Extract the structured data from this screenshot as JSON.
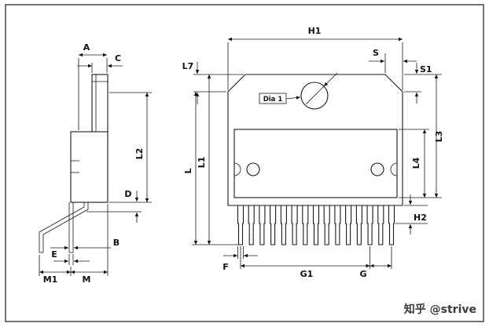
{
  "drawing": {
    "type": "IC package dimensional outline drawing, side view and front view",
    "pin_count": 15
  },
  "labels": {
    "a": "A",
    "c": "C",
    "l2": "L2",
    "d": "D",
    "b": "B",
    "e": "E",
    "m1": "M1",
    "m": "M",
    "h1": "H1",
    "l7": "L7",
    "s": "S",
    "s1": "S1",
    "dia1": "Dia 1",
    "l1": "L1",
    "l": "L",
    "l3": "L3",
    "l4": "L4",
    "h2": "H2",
    "f": "F",
    "g1": "G1",
    "g": "G"
  },
  "watermark": "知乎 @strive",
  "colors": {
    "line": "#1a1a1a",
    "background": "#ffffff",
    "watermark": "#3a3a42"
  }
}
